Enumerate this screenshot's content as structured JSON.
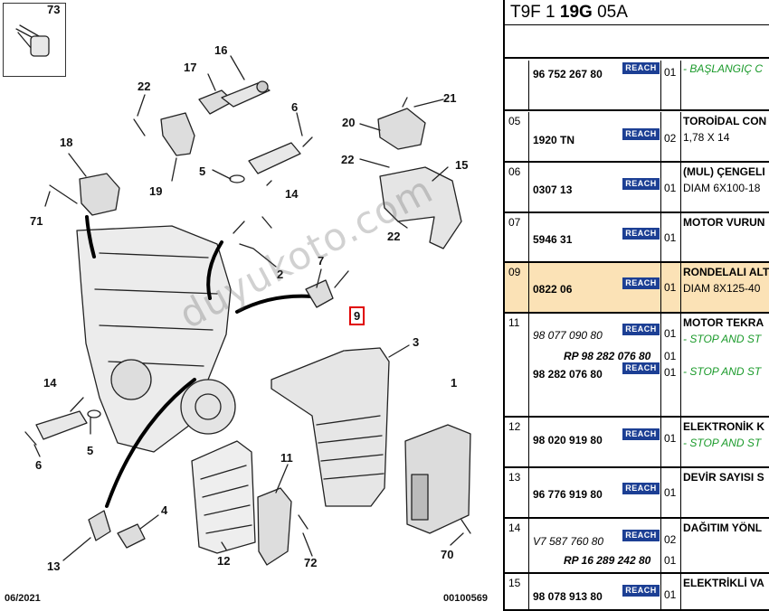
{
  "diagram": {
    "inset_label": "73",
    "callouts": [
      {
        "id": "c73",
        "label": "73"
      },
      {
        "id": "c17",
        "label": "17"
      },
      {
        "id": "c16",
        "label": "16"
      },
      {
        "id": "c22a",
        "label": "22"
      },
      {
        "id": "c6a",
        "label": "6"
      },
      {
        "id": "c18",
        "label": "18"
      },
      {
        "id": "c19",
        "label": "19"
      },
      {
        "id": "c5a",
        "label": "5"
      },
      {
        "id": "c14a",
        "label": "14"
      },
      {
        "id": "c71",
        "label": "71"
      },
      {
        "id": "c21",
        "label": "21"
      },
      {
        "id": "c20",
        "label": "20"
      },
      {
        "id": "c22b",
        "label": "22"
      },
      {
        "id": "c15",
        "label": "15"
      },
      {
        "id": "c22c",
        "label": "22"
      },
      {
        "id": "c2",
        "label": "2"
      },
      {
        "id": "c7",
        "label": "7"
      },
      {
        "id": "c9",
        "label": "9"
      },
      {
        "id": "c3",
        "label": "3"
      },
      {
        "id": "c14b",
        "label": "14"
      },
      {
        "id": "c1",
        "label": "1"
      },
      {
        "id": "c5b",
        "label": "5"
      },
      {
        "id": "c6b",
        "label": "6"
      },
      {
        "id": "c11",
        "label": "11"
      },
      {
        "id": "c4",
        "label": "4"
      },
      {
        "id": "c13",
        "label": "13"
      },
      {
        "id": "c12",
        "label": "12"
      },
      {
        "id": "c72",
        "label": "72"
      },
      {
        "id": "c70",
        "label": "70"
      }
    ],
    "date_code": "06/2021",
    "drawing_number": "00100569",
    "watermark": "duyukoto.com"
  },
  "panel": {
    "title_prefix": "T9F 1 ",
    "title_bold": "19G",
    "title_suffix": " 05A",
    "reach_label": "REACH",
    "rows": [
      {
        "idx": "",
        "refs": [
          {
            "ref": "96 752 267 80",
            "style": "b",
            "reach": true,
            "qty": "01"
          }
        ],
        "desc": [
          {
            "t": "- BAŞLANGIÇ C",
            "s": "green"
          }
        ]
      },
      {
        "idx": "05",
        "refs": [
          {
            "ref": "1920 TN",
            "style": "b",
            "reach": true,
            "qty": "02"
          }
        ],
        "desc": [
          {
            "t": "TOROİDAL CON",
            "s": "head"
          },
          {
            "t": "1,78 X 14",
            "s": ""
          }
        ]
      },
      {
        "idx": "06",
        "refs": [
          {
            "ref": "0307 13",
            "style": "b",
            "reach": true,
            "qty": "01"
          }
        ],
        "desc": [
          {
            "t": "(MUL) ÇENGELI",
            "s": "head"
          },
          {
            "t": "DIAM 6X100-18",
            "s": ""
          }
        ]
      },
      {
        "idx": "07",
        "refs": [
          {
            "ref": "5946 31",
            "style": "b",
            "reach": true,
            "qty": "01"
          }
        ],
        "desc": [
          {
            "t": "MOTOR VURUN",
            "s": "head"
          }
        ]
      },
      {
        "idx": "09",
        "refs": [
          {
            "ref": "0822 06",
            "style": "b",
            "reach": true,
            "qty": "01"
          }
        ],
        "desc": [
          {
            "t": "RONDELALI ALT",
            "s": "head"
          },
          {
            "t": "DIAM 8X125-40",
            "s": ""
          }
        ]
      },
      {
        "idx": "11",
        "refs": [
          {
            "ref": "98 077 090 80",
            "style": "it",
            "reach": true,
            "qty": "01"
          },
          {
            "ref": "RP 98 282 076 80",
            "style": "bi",
            "reach": false,
            "qty": "01"
          },
          {
            "ref": "98 282 076 80",
            "style": "b",
            "reach": true,
            "qty": "01"
          }
        ],
        "desc": [
          {
            "t": "MOTOR TEKRA",
            "s": "head"
          },
          {
            "t": "- STOP AND ST",
            "s": "green"
          },
          {
            "t": "",
            "s": ""
          },
          {
            "t": "- STOP AND ST",
            "s": "green"
          }
        ]
      },
      {
        "idx": "12",
        "refs": [
          {
            "ref": "98 020 919 80",
            "style": "b",
            "reach": true,
            "qty": "01"
          }
        ],
        "desc": [
          {
            "t": "ELEKTRONİK K",
            "s": "head"
          },
          {
            "t": "- STOP AND ST",
            "s": "green"
          }
        ]
      },
      {
        "idx": "13",
        "refs": [
          {
            "ref": "96 776 919 80",
            "style": "b",
            "reach": true,
            "qty": "01"
          }
        ],
        "desc": [
          {
            "t": "DEVİR SAYISI S",
            "s": "head"
          }
        ]
      },
      {
        "idx": "14",
        "refs": [
          {
            "ref": "V7 587 760 80",
            "style": "it",
            "reach": true,
            "qty": "02"
          },
          {
            "ref": "RP 16 289 242 80",
            "style": "bi",
            "reach": false,
            "qty": "01"
          }
        ],
        "desc": [
          {
            "t": "DAĞITIM YÖNL",
            "s": "head"
          }
        ]
      },
      {
        "idx": "15",
        "refs": [
          {
            "ref": "98 078 913 80",
            "style": "b",
            "reach": true,
            "qty": "01"
          }
        ],
        "desc": [
          {
            "t": "ELEKTRİKLİ VA",
            "s": "head"
          }
        ]
      }
    ]
  }
}
